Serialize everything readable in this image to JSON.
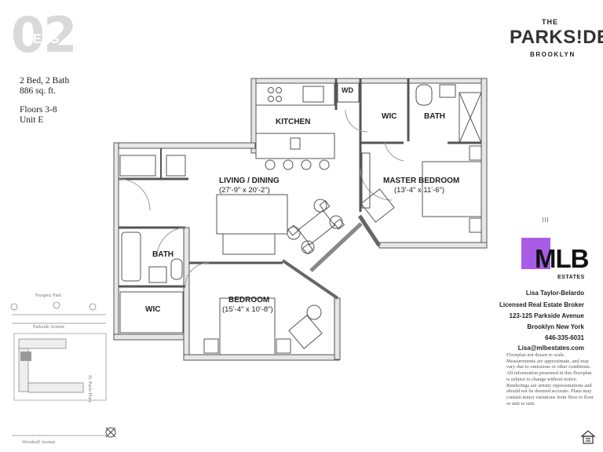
{
  "unit": {
    "number": "02",
    "beds_word": "BEDS",
    "specs": [
      "2 Bed, 2 Bath",
      "886 sq. ft."
    ],
    "floors": "Floors 3-8",
    "unit_label": "Unit E"
  },
  "building_logo": {
    "the": "THE",
    "name": "PARKS!DE",
    "sub": "BROOKLYN"
  },
  "rooms": {
    "kitchen": "KITCHEN",
    "wd": "WD",
    "wic_master": "WIC",
    "bath_master": "BATH",
    "living_name": "LIVING / DINING",
    "living_dim": "(27'-9\" x 20'-2\")",
    "master_name": "MASTER BEDROOM",
    "master_dim": "(13'-4\" x 11'-6\")",
    "bath": "BATH",
    "wic": "WIC",
    "bedroom_name": "BEDROOM",
    "bedroom_dim": "(15'-4\" x 10'-8\")"
  },
  "broker": {
    "logo": "MLB",
    "logo_sub": "ESTATES",
    "agent_name": "Lisa Taylor-Belardo",
    "title": "Licensed Real Estate Broker",
    "address": "123-125 Parkside Avenue",
    "city": "Brooklyn New York",
    "phone": "646-335-6031",
    "email": "Lisa@mlbestates.com"
  },
  "disclaimer": "Floorplan not drawn to scale. Measurements are approximate, and may vary due to omissions or other conditions. All information presented in this floorplan is subject to change without notice. Renderings are artistic representations and should not be deemed accurate. Plans may contain minor variations from floor to floor or unit to unit.",
  "keyplan": {
    "park": "Prospect Park",
    "north_street": "Parkside Avenue",
    "east_street": "St. Pauls Place",
    "south_street": "Woodruff Avenue"
  },
  "colors": {
    "wall": "#555555",
    "wall_fill": "#e6e6e6",
    "furniture": "#777777",
    "accent": "#a85ce6",
    "big_number": "#d9d9d9"
  }
}
